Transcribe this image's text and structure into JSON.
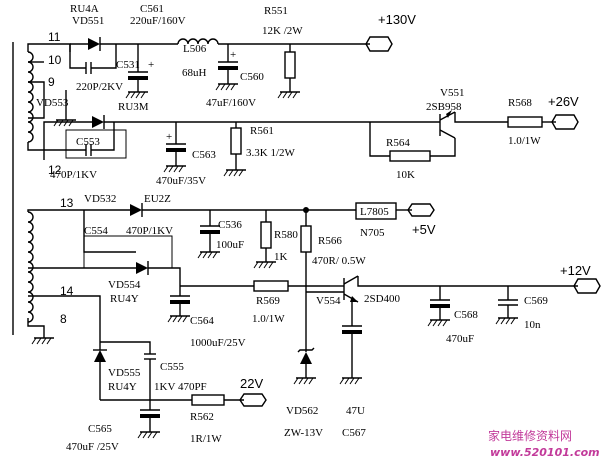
{
  "pins": {
    "p11": "11",
    "p10": "10",
    "p9": "9",
    "p12": "12",
    "p13": "13",
    "p14": "14",
    "p8": "8"
  },
  "rails": {
    "v130": "+130V",
    "v26": "+26V",
    "v5": "+5V",
    "v12": "+12V",
    "v22": "22V"
  },
  "components": {
    "ru4a": "RU4A",
    "vd551": "VD551",
    "c561": "C561",
    "c561_val": "220uF/160V",
    "r551": "R551",
    "r551_val": "12K /2W",
    "c531": "C531",
    "c531_val": "220P/2KV",
    "l506": "L506",
    "l506_val": "68uH",
    "c560": "C560",
    "c560_val": "47uF/160V",
    "vd553": "VD553",
    "ru3m": "RU3M",
    "c553": "C553",
    "c553_val": "470P/1KV",
    "v551": "V551",
    "v551_type": "2SB958",
    "r568": "R568",
    "r568_val": "1.0/1W",
    "r561": "R561",
    "r561_val": "3.3K 1/2W",
    "c563": "C563",
    "c563_val": "470uF/35V",
    "r564": "R564",
    "r564_val": "10K",
    "vd532": "VD532",
    "eu2z": "EU2Z",
    "l7805": "L7805",
    "n705": "N705",
    "c554": "C554",
    "c554_val": "470P/1KV",
    "c536": "C536",
    "c536_val": "100uF",
    "r580": "R580",
    "r580_val": "1K",
    "r566": "R566",
    "r566_val": "470R/ 0.5W",
    "vd554": "VD554",
    "vd554_type": "RU4Y",
    "r569": "R569",
    "r569_val": "1.0/1W",
    "v554": "V554",
    "v554_type": "2SD400",
    "c568": "C568",
    "c568_val": "470uF",
    "c569": "C569",
    "c569_val": "10n",
    "c564": "C564",
    "c564_val": "1000uF/25V",
    "vd555": "VD555",
    "vd555_type": "RU4Y",
    "c555": "C555",
    "c555_val": "1KV 470PF",
    "c565": "C565",
    "c565_val": "470uF /25V",
    "r562": "R562",
    "r562_val": "1R/1W",
    "vd562": "VD562",
    "vd562_type": "ZW-13V",
    "c567": "C567",
    "c567_val": "47U"
  },
  "watermark": {
    "cn": "家电维修资料网",
    "url": "www.520101.com"
  }
}
